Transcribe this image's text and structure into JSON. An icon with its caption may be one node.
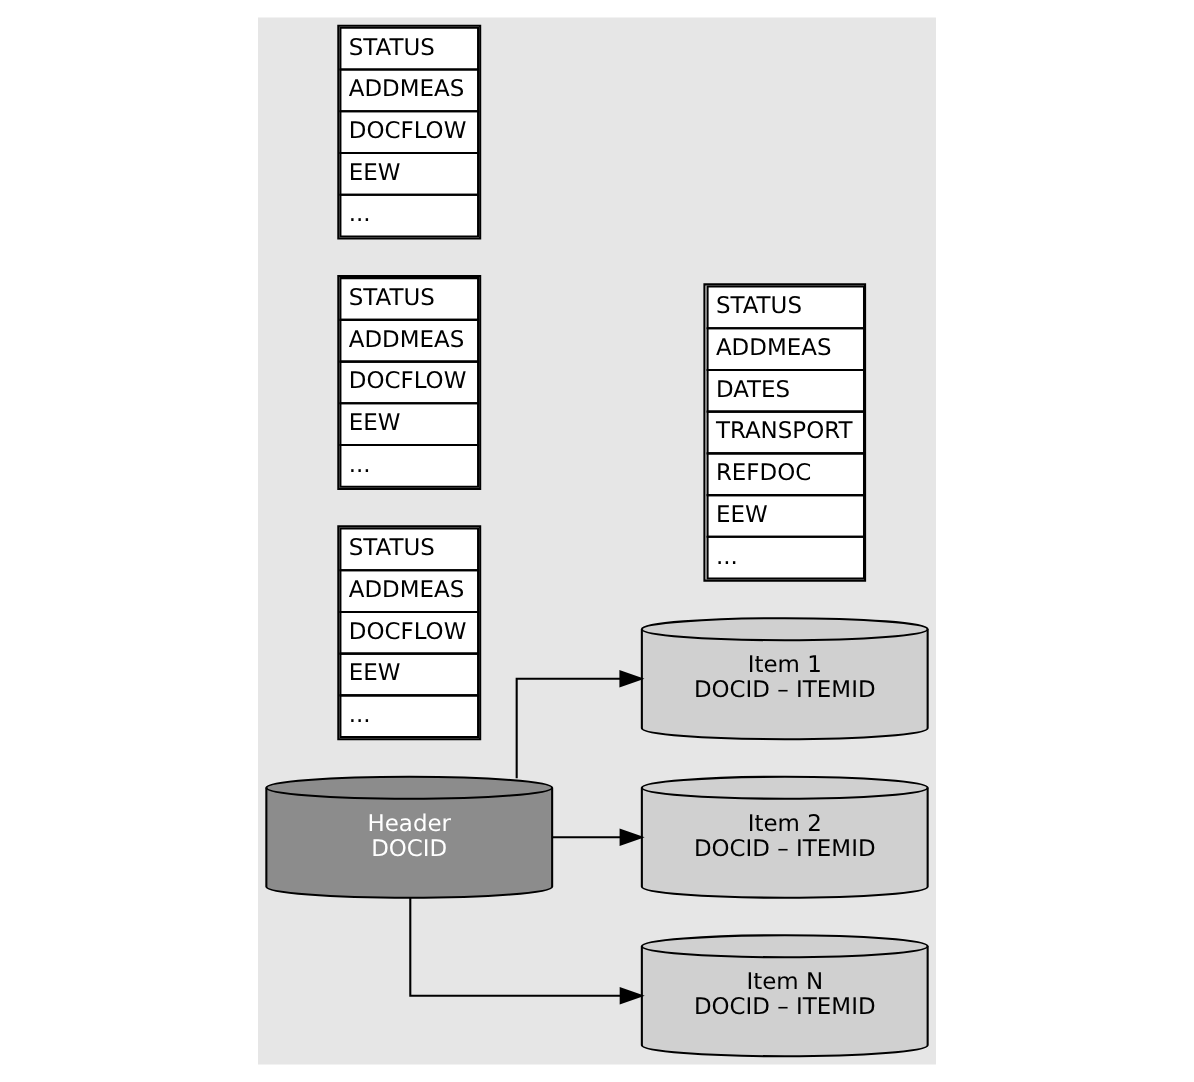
{
  "diagram": {
    "nodes": [
      {
        "text": [
          "Header",
          "DOCID"
        ]
      },
      {
        "text": [
          "STATUS",
          "ADDMEAS",
          "DATES",
          "TRANSPORT",
          "REFDOC",
          "EEW",
          "..."
        ]
      },
      {
        "text": [
          "Item 1",
          "DOCID – ITEMID"
        ]
      },
      {
        "text": [
          "STATUS",
          "ADDMEAS",
          "DOCFLOW",
          "EEW",
          "..."
        ]
      },
      {
        "text": [
          "Item 2",
          "DOCID – ITEMID"
        ]
      },
      {
        "text": [
          "STATUS",
          "ADDMEAS",
          "DOCFLOW",
          "EEW",
          "..."
        ]
      },
      {
        "text": [
          "Item N",
          "DOCID – ITEMID"
        ]
      },
      {
        "text": [
          "STATUS",
          "ADDMEAS",
          "DOCFLOW",
          "EEW",
          "..."
        ]
      }
    ],
    "edges": [
      {
        "from": 0,
        "to": 2,
        "arrow": "to"
      },
      {
        "from": 0,
        "to": 4,
        "arrow": "to"
      },
      {
        "from": 0,
        "to": 6,
        "arrow": "to"
      }
    ]
  }
}
